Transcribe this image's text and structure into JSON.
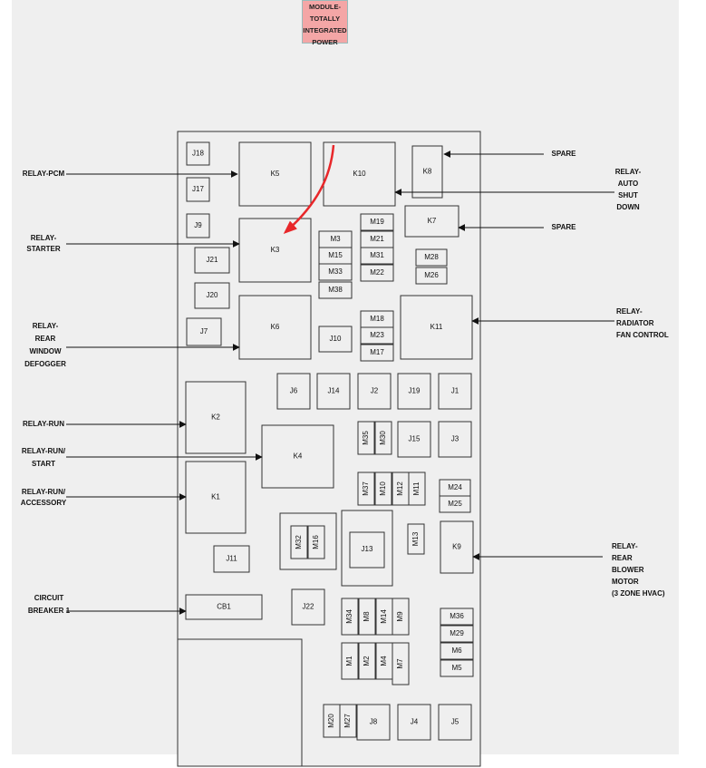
{
  "header": {
    "lines": [
      "MODULE-",
      "TOTALLY",
      "INTEGRATED",
      "POWER"
    ]
  },
  "components": {
    "J18": "J18",
    "J17": "J17",
    "J9": "J9",
    "J21": "J21",
    "J20": "J20",
    "J7": "J7",
    "K5": "K5",
    "K10": "K10",
    "K8": "K8",
    "K7": "K7",
    "K3": "K3",
    "K6": "K6",
    "K11": "K11",
    "M3": "M3",
    "M15": "M15",
    "M33": "M33",
    "M38": "M38",
    "M19": "M19",
    "M21": "M21",
    "M31": "M31",
    "M22": "M22",
    "M28": "M28",
    "M26": "M26",
    "M18": "M18",
    "M23": "M23",
    "M17": "M17",
    "J10": "J10",
    "J6": "J6",
    "J14": "J14",
    "J2": "J2",
    "J19": "J19",
    "J1": "J1",
    "K2": "K2",
    "K4": "K4",
    "K1": "K1",
    "M35": "M35",
    "M30": "M30",
    "J15": "J15",
    "J3": "J3",
    "M37": "M37",
    "M10": "M10",
    "M12": "M12",
    "M11": "M11",
    "M24": "M24",
    "M25": "M25",
    "M32": "M32",
    "M16": "M16",
    "J13": "J13",
    "M13": "M13",
    "K9": "K9",
    "J11": "J11",
    "CB1": "CB1",
    "J22": "J22",
    "M34": "M34",
    "M8": "M8",
    "M14": "M14",
    "M9": "M9",
    "M36": "M36",
    "M29": "M29",
    "M6": "M6",
    "M5": "M5",
    "M1": "M1",
    "M2": "M2",
    "M4": "M4",
    "M7": "M7",
    "M20": "M20",
    "M27": "M27",
    "J8": "J8",
    "J4": "J4",
    "J5": "J5"
  },
  "labels": {
    "relay_pcm": [
      "RELAY-PCM"
    ],
    "relay_starter": [
      "RELAY-",
      "STARTER"
    ],
    "relay_rear_window_defogger": [
      "RELAY-",
      "REAR",
      "WINDOW",
      "DEFOGGER"
    ],
    "relay_run": [
      "RELAY-RUN"
    ],
    "relay_run_start": [
      "RELAY-RUN/",
      "START"
    ],
    "relay_run_accessory": [
      "RELAY-RUN/",
      "ACCESSORY"
    ],
    "circuit_breaker_1": [
      "CIRCUIT",
      "BREAKER 1"
    ],
    "spare_top": [
      "SPARE"
    ],
    "relay_auto_shut_down": [
      "RELAY-",
      "AUTO",
      "SHUT",
      "DOWN"
    ],
    "spare_mid": [
      "SPARE"
    ],
    "relay_radiator_fan_control": [
      "RELAY-",
      "RADIATOR",
      "FAN CONTROL"
    ],
    "relay_rear_blower_motor": [
      "RELAY-",
      "REAR",
      "BLOWER",
      "MOTOR",
      "(3 ZONE HVAC)"
    ]
  },
  "colors": {
    "header_fill": "#f4a6a6",
    "annotation_arrow": "#e8272a",
    "panel_background": "#efefef",
    "outline": "#333333"
  }
}
